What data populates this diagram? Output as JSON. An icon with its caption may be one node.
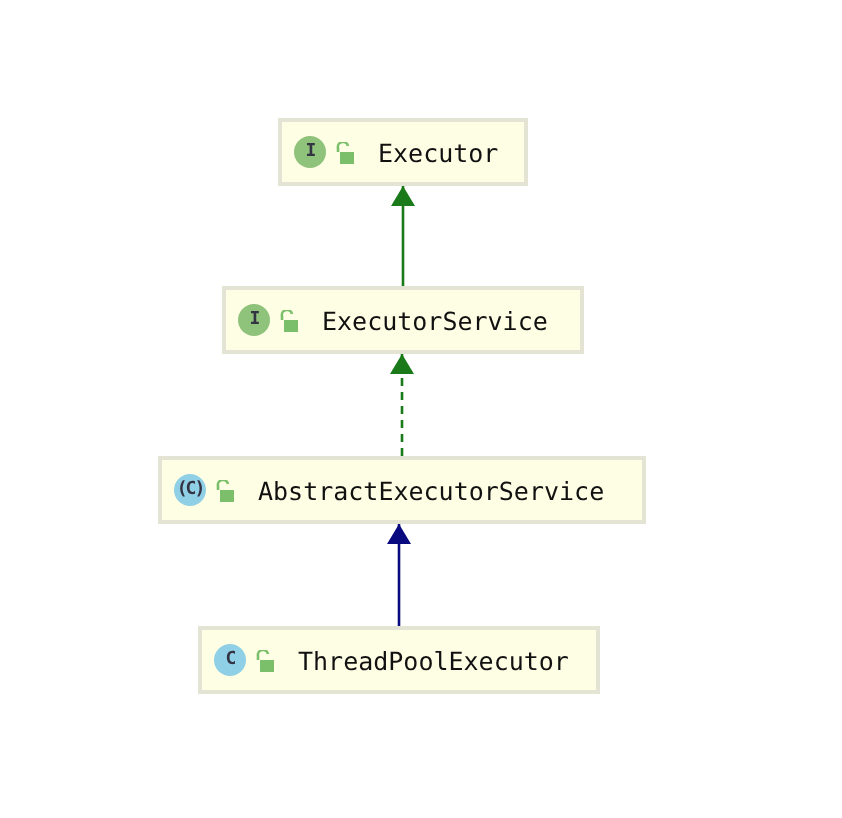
{
  "diagram": {
    "nodes": [
      {
        "text": [
          "I",
          "Executor"
        ]
      },
      {
        "text": [
          "I",
          "ExecutorService"
        ]
      },
      {
        "text": [
          "(C)",
          "AbstractExecutorService"
        ]
      },
      {
        "text": [
          "C",
          "ThreadPoolExecutor"
        ]
      }
    ],
    "edges": [
      {
        "from": 1,
        "to": 0,
        "arrow": "to"
      },
      {
        "from": 2,
        "to": 1,
        "arrow": "to",
        "style": "dashed"
      },
      {
        "from": 3,
        "to": 2,
        "arrow": "to",
        "color": "#0a0a80"
      }
    ]
  }
}
